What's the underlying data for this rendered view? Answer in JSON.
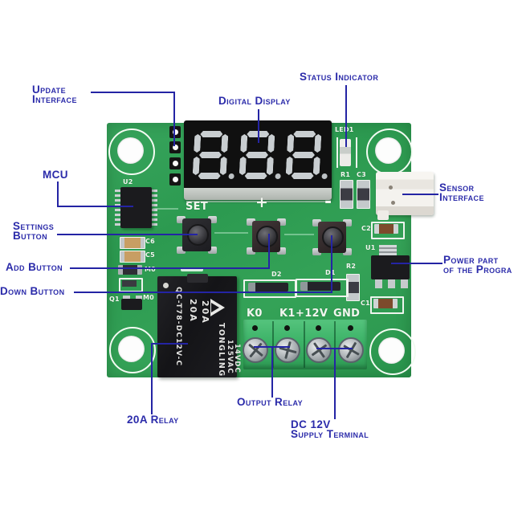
{
  "annotations": {
    "update_interface": {
      "line1": "Update",
      "line2": "Interface"
    },
    "digital_display": "Digital Display",
    "status_indicator": "Status Indicator",
    "mcu": "MCU",
    "settings_button": {
      "line1": "Settings",
      "line2": "Button"
    },
    "add_button": "Add Button",
    "down_button": "Down Button",
    "sensor_interface": {
      "line1": "Sensor",
      "line2": "Interface"
    },
    "power_part": {
      "line1": "Power part",
      "line2": "of the Progra"
    },
    "output_relay": "Output Relay",
    "relay_20a": "20A Relay",
    "dc_12v": {
      "line1": "DC 12V",
      "line2": "Supply Terminal"
    }
  },
  "board": {
    "display": {
      "digits": [
        "8.",
        "8.",
        "8."
      ],
      "state": "unlit"
    },
    "silkscreen": {
      "u2": "U2",
      "set": "SET",
      "plus": "+",
      "minus": "-",
      "led1": "LED1",
      "r1": "R1",
      "c3": "C3",
      "c2": "C2",
      "u1": "U1",
      "r2": "R2",
      "c1": "C1",
      "c6": "C6",
      "c5": "C5",
      "d2": "D2",
      "d1": "D1",
      "q1": "Q1",
      "m0_upper": "M0",
      "m0_lower": "M0",
      "k0": "K0",
      "k1": "K1",
      "plus12v": "+12V",
      "gnd": "GND"
    },
    "relay_markings": {
      "model": "QC-T78-DC12V-C",
      "rating1": "20A",
      "rating2": "20A",
      "brand": "TONGLING",
      "ac_rating": "125VAC",
      "dc_rating": "14VDC"
    }
  },
  "colors": {
    "label_navy": "#2b2baa",
    "leader_line": "#2424a4",
    "pcb_green": "#2f9e53",
    "terminal_green": "#3cb267",
    "relay_black": "#17171a",
    "display_black": "#101010",
    "segment_gray": "#c9ced1",
    "silkscreen_white": "#f2f6ef",
    "background": "#ffffff"
  }
}
